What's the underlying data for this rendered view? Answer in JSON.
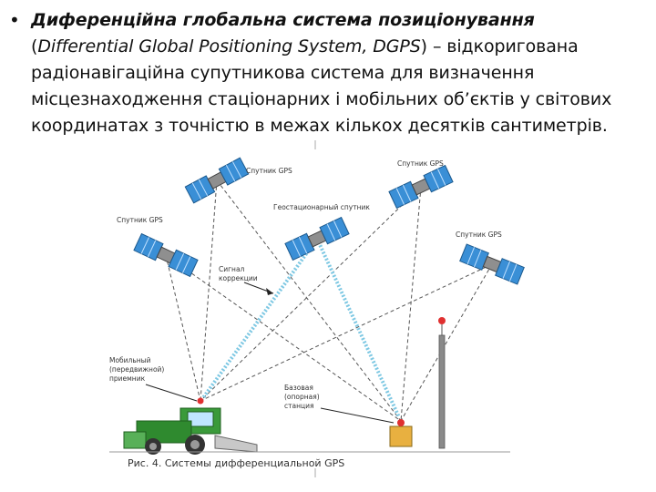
{
  "slide": {
    "bullet": "•",
    "term": "Диференційна глобальна система позиціонування",
    "paren_open": "(",
    "term_en": "Differential Global Positioning System, DGPS",
    "paren_close": ")",
    "definition": " – відкоригована радіонавігаційна супутникова система для визначення місцезнаходження стаціонарних і мобільних об’єктів у світових координатах з точністю в межах кількох десятків сантиметрів."
  },
  "figure": {
    "labels": {
      "sat_top_left": "Спутник GPS",
      "sat_top_right": "Спутник GPS",
      "sat_left": "Спутник GPS",
      "sat_right": "Спутник GPS",
      "geo_sat": "Геостационарный спутник",
      "signal_line1": "Сигнал",
      "signal_line2": "коррекции",
      "mobile_line1": "Мобильный",
      "mobile_line2": "(передвижной)",
      "mobile_line3": "приемник",
      "base_line1": "Базовая",
      "base_line2": "(опорная)",
      "base_line3": "станция"
    },
    "caption": "Рис. 4. Системы дифференциальной GPS",
    "colors": {
      "satellite_panel": "#3a8fd6",
      "correction_beam": "#7ec8e3",
      "combine_body": "#3a9a3a",
      "mast": "#888888",
      "receiver_dot": "#e03030"
    }
  }
}
